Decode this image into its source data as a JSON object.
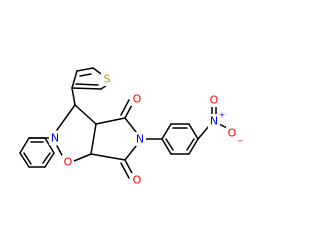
{
  "molecule": {
    "atoms": [
      {
        "symbol": "S",
        "color": "#b8a200"
      },
      {
        "symbol": "O",
        "color": "#ff0000"
      },
      {
        "symbol": "N",
        "color": "#0000ff"
      },
      {
        "symbol": "O",
        "color": "#ff0000"
      },
      {
        "symbol": "N",
        "color": "#0000ff"
      },
      {
        "symbol": "O",
        "color": "#ff0000"
      },
      {
        "symbol": "N",
        "color": "#0000ff"
      },
      {
        "symbol": "O",
        "color": "#ff0000"
      },
      {
        "symbol": "O",
        "color": "#ff0000"
      }
    ],
    "charges": [
      "+",
      "−"
    ]
  }
}
